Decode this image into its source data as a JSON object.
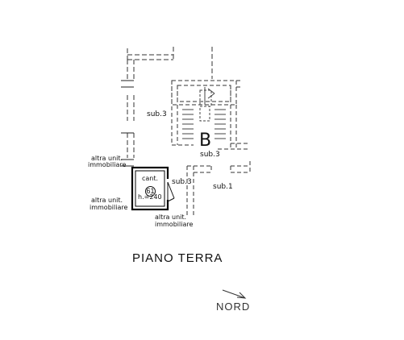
{
  "labels": {
    "sub3_left": "sub.3",
    "sub3_center": "sub.3",
    "sub3_unit": "sub.3",
    "sub1": "sub.1",
    "stair_letter": "B",
    "altra_top_1": "altra unit.",
    "altra_top_2": "immobiliare",
    "altra_left_1": "altra unit.",
    "altra_left_2": "immobiliare",
    "altra_bottom_1": "altra unit.",
    "altra_bottom_2": "immobiliare",
    "unit_name": "cant.",
    "unit_number": "61",
    "unit_height": "h.=240",
    "floor_title": "PIANO TERRA",
    "north": "NORD"
  },
  "icons": {
    "north_arrow": "arrow-icon"
  }
}
